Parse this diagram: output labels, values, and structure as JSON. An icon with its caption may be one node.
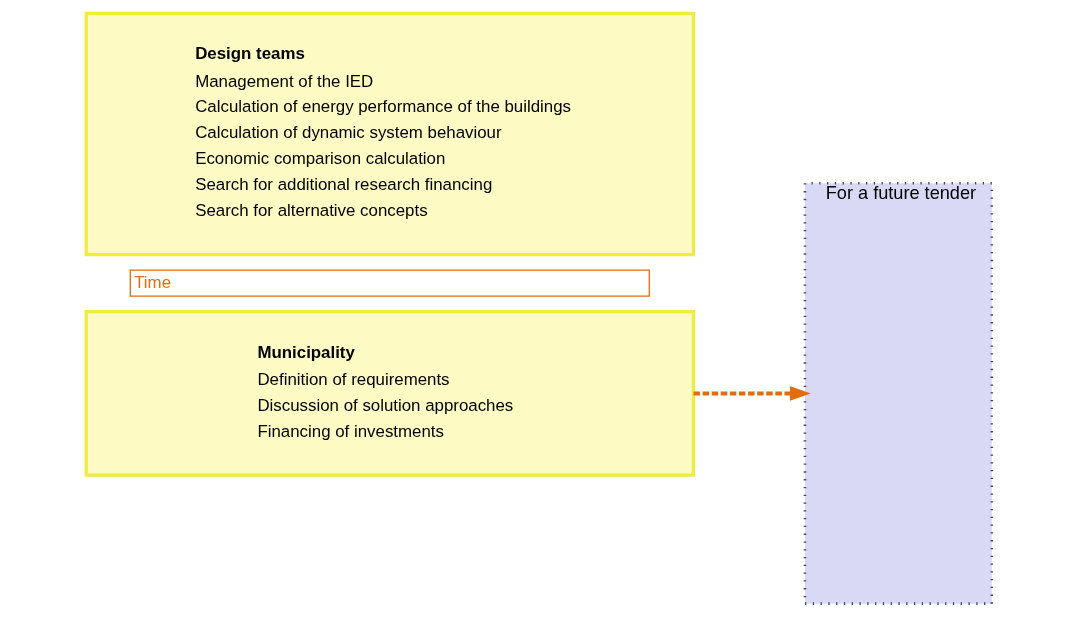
{
  "diagram": {
    "nodes": [
      {
        "text": [
          "Municipality",
          "Definition of requirements",
          "Discussion of solution approaches",
          "Financing of investments"
        ]
      },
      {
        "text": [
          "Design teams",
          "Management of the IED",
          "Calculation of energy performance of the buildings",
          "Calculation of dynamic system behaviour",
          "Economic comparison calculation",
          "Search for additional research financing",
          "Search for alternative concepts"
        ]
      },
      {
        "text": [
          "For a future tender"
        ]
      }
    ],
    "edges": [
      {
        "from": 0,
        "to": 2,
        "arrow": "to",
        "style": "dashed",
        "color": "#e46c0a"
      }
    ],
    "labels": [
      "Time"
    ]
  }
}
